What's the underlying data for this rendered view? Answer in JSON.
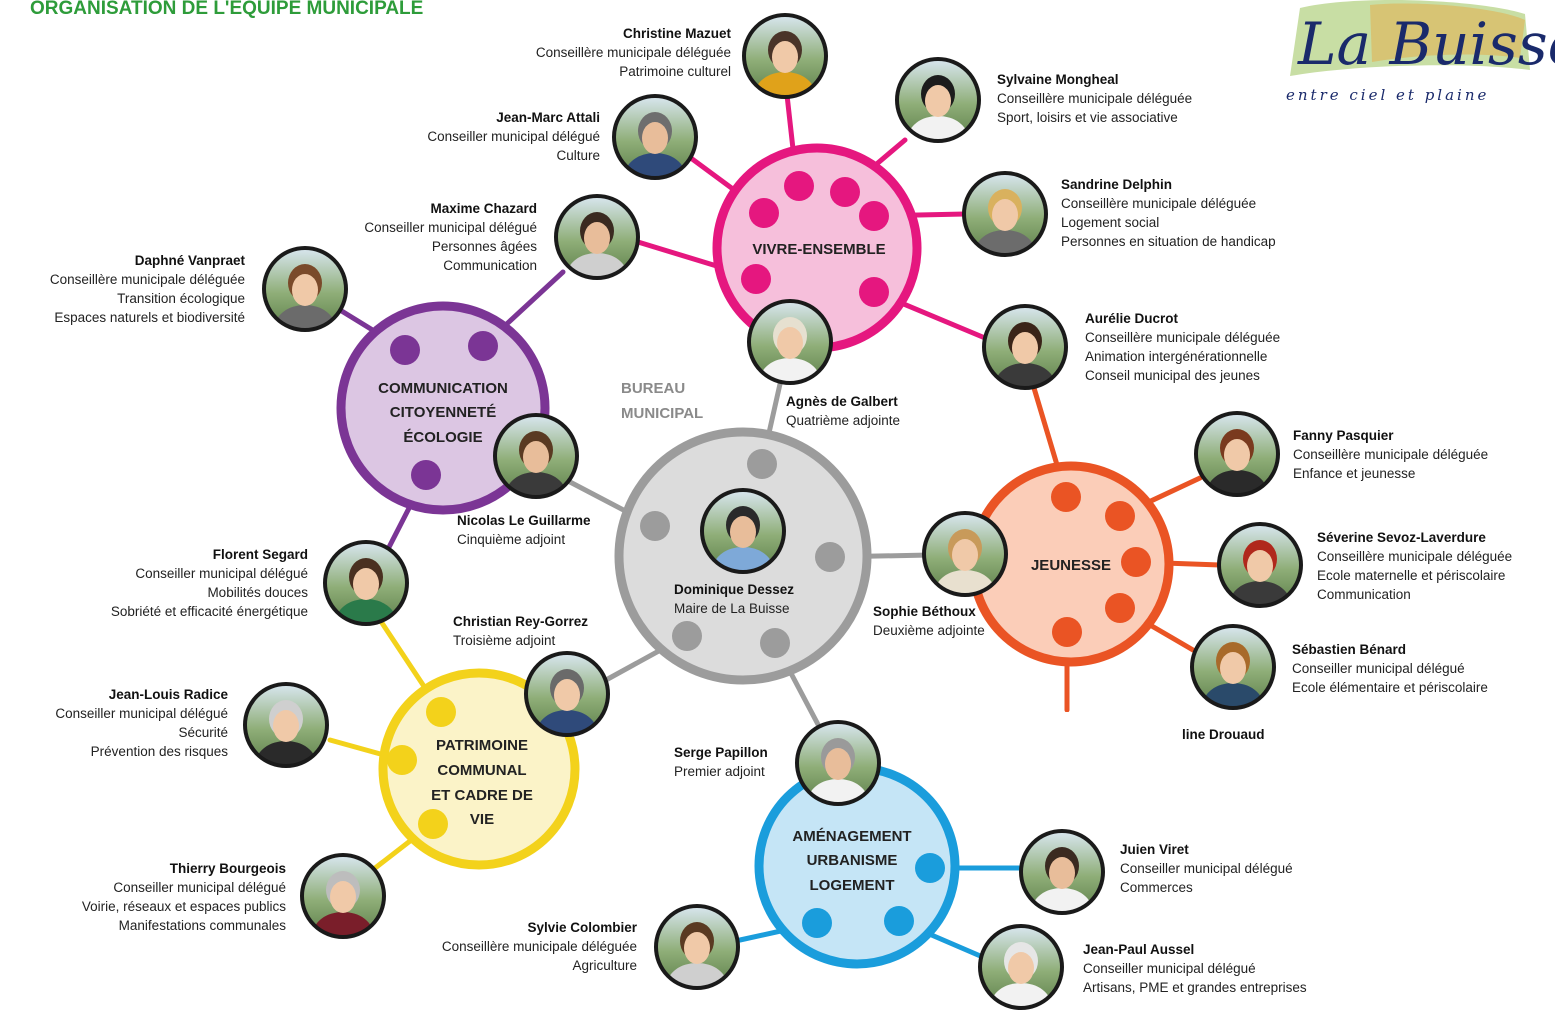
{
  "title": "ORGANISATION DE L'ÉQUIPE MUNICIPALE",
  "logo": {
    "text": "La Buisse",
    "tagline": "entre ciel et plaine"
  },
  "bureau_label": [
    "BUREAU",
    "MUNICIPAL"
  ],
  "colors": {
    "vivre": "#e5177f",
    "vivre_fill": "#f6bfdb",
    "comm": "#7b3595",
    "comm_fill": "#dcc6e3",
    "jeunesse": "#ea5424",
    "jeunesse_fill": "#fbcdb8",
    "patrimoine": "#f3d21b",
    "patrimoine_fill": "#fbf3c8",
    "amenagement": "#1a9ddc",
    "amenagement_fill": "#c5e5f6",
    "bureau": "#9c9c9c",
    "bureau_fill": "#dcdcdc"
  },
  "hubs": {
    "vivre": [
      "VIVRE-ENSEMBLE"
    ],
    "comm": [
      "COMMUNICATION",
      "CITOYENNETÉ",
      "ÉCOLOGIE"
    ],
    "jeunesse": [
      "JEUNESSE"
    ],
    "patrimoine": [
      "PATRIMOINE",
      "COMMUNAL",
      "ET CADRE DE",
      "VIE"
    ],
    "amenagement": [
      "AMÉNAGEMENT",
      "URBANISME",
      "LOGEMENT"
    ]
  },
  "people": {
    "mazuet": {
      "name": "Christine Mazuet",
      "lines": [
        "Conseillère municipale déléguée",
        "Patrimoine culturel"
      ]
    },
    "attali": {
      "name": "Jean-Marc Attali",
      "lines": [
        "Conseiller municipal délégué",
        "Culture"
      ]
    },
    "mongheal": {
      "name": "Sylvaine Mongheal",
      "lines": [
        "Conseillère municipale déléguée",
        "Sport, loisirs et vie associative"
      ]
    },
    "delphin": {
      "name": "Sandrine Delphin",
      "lines": [
        "Conseillère municipale déléguée",
        "Logement social",
        "Personnes en situation de handicap"
      ]
    },
    "chazard": {
      "name": "Maxime Chazard",
      "lines": [
        "Conseiller municipal délégué",
        "Personnes âgées",
        "Communication"
      ]
    },
    "vanpraet": {
      "name": "Daphné Vanpraet",
      "lines": [
        "Conseillère municipale déléguée",
        "Transition écologique",
        "Espaces naturels et biodiversité"
      ]
    },
    "ducrot": {
      "name": "Aurélie Ducrot",
      "lines": [
        "Conseillère municipale déléguée",
        "Animation intergénérationnelle",
        "Conseil municipal des jeunes"
      ]
    },
    "galbert": {
      "name": "Agnès de Galbert",
      "lines": [
        "Quatrième adjointe"
      ]
    },
    "pasquier": {
      "name": "Fanny Pasquier",
      "lines": [
        "Conseillère municipale déléguée",
        "Enfance et jeunesse"
      ]
    },
    "leguillarme": {
      "name": "Nicolas Le Guillarme",
      "lines": [
        "Cinquième adjoint"
      ]
    },
    "dessez": {
      "name": "Dominique Dessez",
      "lines": [
        "Maire de La Buisse"
      ]
    },
    "sevoz": {
      "name": "Séverine Sevoz-Laverdure",
      "lines": [
        "Conseillère municipale déléguée",
        "Ecole maternelle et périscolaire",
        "Communication"
      ]
    },
    "segard": {
      "name": "Florent Segard",
      "lines": [
        "Conseiller municipal délégué",
        "Mobilités douces",
        "Sobriété et efficacité énergétique"
      ]
    },
    "bethoux": {
      "name": "Sophie Béthoux",
      "lines": [
        "Deuxième adjointe"
      ]
    },
    "reygorrez": {
      "name": "Christian Rey-Gorrez",
      "lines": [
        "Troisième adjoint"
      ]
    },
    "benard": {
      "name": "Sébastien Bénard",
      "lines": [
        "Conseiller municipal délégué",
        "Ecole élémentaire et périscolaire"
      ]
    },
    "radice": {
      "name": "Jean-Louis Radice",
      "lines": [
        "Conseiller municipal délégué",
        "Sécurité",
        "Prévention des risques"
      ]
    },
    "drouaud": {
      "name": "line Drouaud",
      "lines": []
    },
    "papillon": {
      "name": "Serge Papillon",
      "lines": [
        "Premier adjoint"
      ]
    },
    "viret": {
      "name": "Juien Viret",
      "lines": [
        "Conseiller municipal délégué",
        "Commerces"
      ]
    },
    "bourgeois": {
      "name": "Thierry Bourgeois",
      "lines": [
        "Conseiller municipal délégué",
        "Voirie, réseaux et espaces publics",
        "Manifestations communales"
      ]
    },
    "colombier": {
      "name": "Sylvie Colombier",
      "lines": [
        "Conseillère municipale déléguée",
        "Agriculture"
      ]
    },
    "aussel": {
      "name": "Jean-Paul Aussel",
      "lines": [
        "Conseiller municipal délégué",
        "Artisans, PME et grandes entreprises"
      ]
    }
  }
}
